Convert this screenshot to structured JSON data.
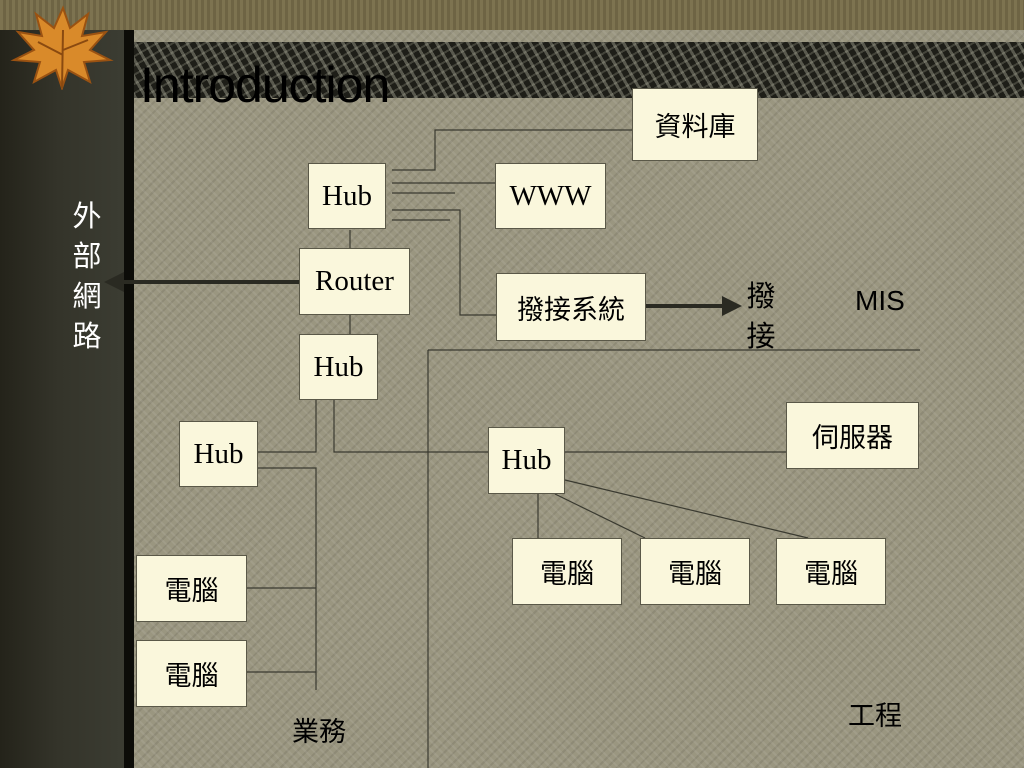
{
  "title": "Introduction",
  "nodes": {
    "hub_top": "Hub",
    "www": "WWW",
    "database": "資料庫",
    "router": "Router",
    "dialup_system": "撥接系統",
    "hub_mid": "Hub",
    "hub_left": "Hub",
    "hub_eng": "Hub",
    "server": "伺服器",
    "pc_eng_1": "電腦",
    "pc_eng_2": "電腦",
    "pc_eng_3": "電腦",
    "pc_sales_1": "電腦",
    "pc_sales_2": "電腦"
  },
  "labels": {
    "external_network": "外部網路",
    "dialup": "撥接",
    "mis": "MIS",
    "sales": "業務",
    "engineering": "工程"
  },
  "colors": {
    "node_fill": "#faf7dc",
    "line": "#3a3a30",
    "arrow": "#2a2a22"
  },
  "icons": [
    "autumn-leaf-icon"
  ]
}
